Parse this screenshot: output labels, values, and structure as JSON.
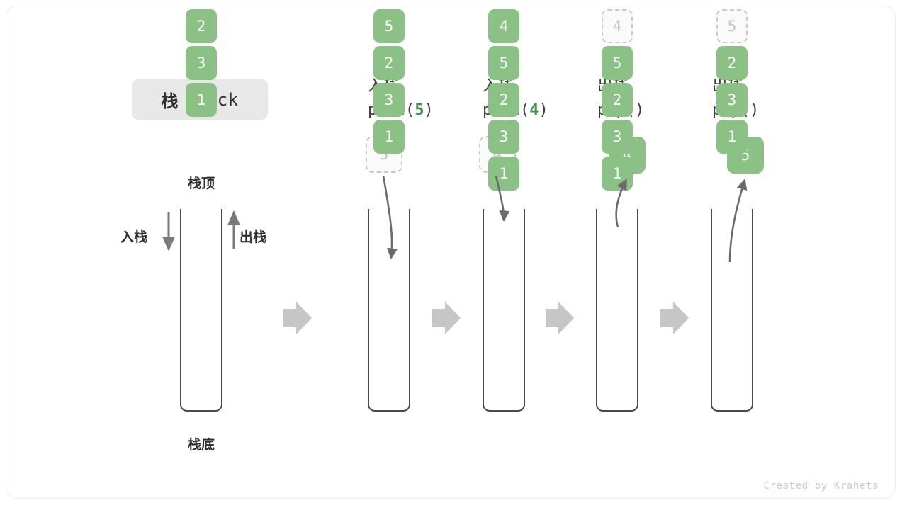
{
  "title_chip": {
    "cn": "栈",
    "en": "Stack"
  },
  "first_panel": {
    "top_label": "栈顶",
    "bottom_label": "栈底",
    "push_label": "入栈",
    "pop_label": "出栈"
  },
  "colors": {
    "cell_green": "#8cc185",
    "accent_green": "#3f8f47",
    "ghost_fill": "#fafafa",
    "ghost_border": "#c9c9c9",
    "tube_stroke": "#4a4a4a",
    "arrow_gray": "#6b6b6b",
    "block_arrow": "#c6c6c6",
    "chip_bg": "#e8e8e8",
    "footer_text": "#c9c9c9"
  },
  "steps": [
    {
      "id": "initial",
      "op_cn": "",
      "op_code": "",
      "op_arg": "",
      "cells": [
        "1",
        "3",
        "2"
      ],
      "incoming_ghost": null,
      "outgoing_solid": null,
      "ghost_in_tube": null
    },
    {
      "id": "push-5",
      "op_cn": "入栈",
      "op_code_prefix": "push(",
      "op_arg": "5",
      "op_code_suffix": ")",
      "cells": [
        "1",
        "3",
        "2",
        "5"
      ],
      "incoming_ghost": "5",
      "outgoing_solid": null,
      "ghost_in_tube": null
    },
    {
      "id": "push-4",
      "op_cn": "入栈",
      "op_code_prefix": "push(",
      "op_arg": "4",
      "op_code_suffix": ")",
      "cells": [
        "1",
        "3",
        "2",
        "5",
        "4"
      ],
      "incoming_ghost": "4",
      "outgoing_solid": null,
      "ghost_in_tube": null
    },
    {
      "id": "pop-4",
      "op_cn": "出栈",
      "op_code_prefix": "pop(",
      "op_arg": "",
      "op_code_suffix": ")",
      "cells": [
        "1",
        "3",
        "2",
        "5"
      ],
      "incoming_ghost": null,
      "outgoing_solid": "4",
      "ghost_in_tube": "4"
    },
    {
      "id": "pop-5",
      "op_cn": "出栈",
      "op_code_prefix": "pop(",
      "op_arg": "",
      "op_code_suffix": ")",
      "cells": [
        "1",
        "3",
        "2"
      ],
      "incoming_ghost": null,
      "outgoing_solid": "5",
      "ghost_in_tube": "5"
    }
  ],
  "separators": [
    "step-arrow-1",
    "step-arrow-2",
    "step-arrow-3",
    "step-arrow-4"
  ],
  "footer": {
    "credit": "Created by Krahets"
  }
}
